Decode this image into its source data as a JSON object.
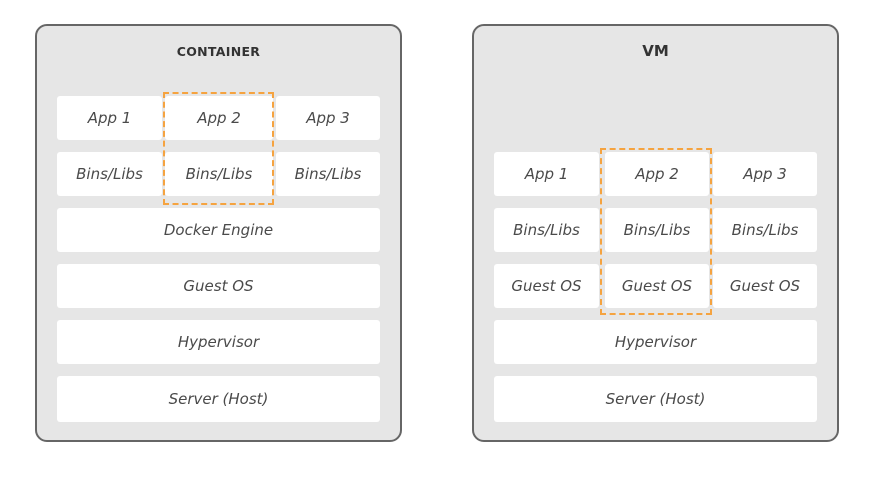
{
  "container": {
    "title": "CONTAINER",
    "apps": [
      "App 1",
      "App 2",
      "App 3"
    ],
    "libs": [
      "Bins/Libs",
      "Bins/Libs",
      "Bins/Libs"
    ],
    "engine": "Docker Engine",
    "guest_os": "Guest OS",
    "hypervisor": "Hypervisor",
    "server": "Server (Host)"
  },
  "vm": {
    "title": "VM",
    "apps": [
      "App 1",
      "App 2",
      "App 3"
    ],
    "libs": [
      "Bins/Libs",
      "Bins/Libs",
      "Bins/Libs"
    ],
    "guest_os": [
      "Guest OS",
      "Guest OS",
      "Guest OS"
    ],
    "hypervisor": "Hypervisor",
    "server": "Server (Host)"
  },
  "colors": {
    "panel_bg": "#e6e6e6",
    "panel_border": "#666666",
    "cell_bg": "#ffffff",
    "text": "#4a4a4a",
    "highlight": "#f5a340"
  }
}
